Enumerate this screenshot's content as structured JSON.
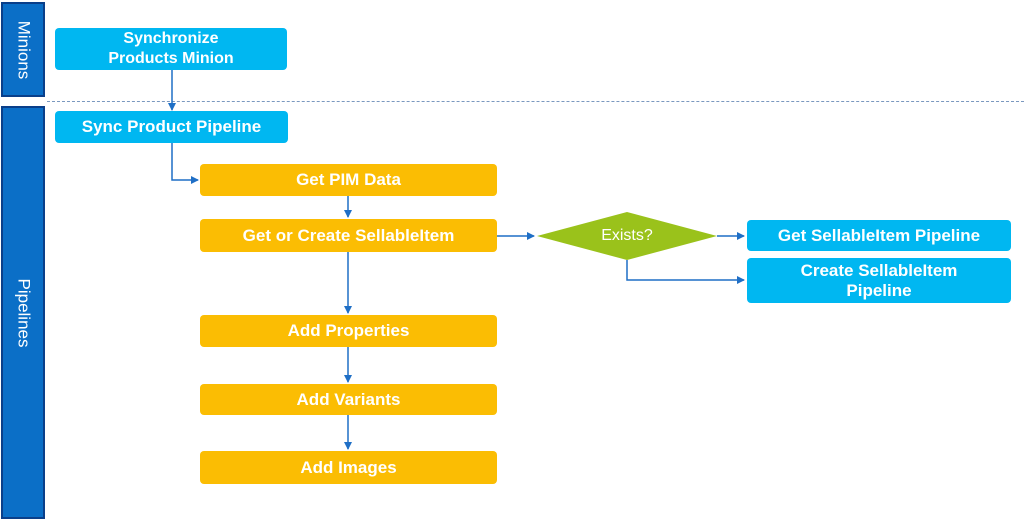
{
  "lanes": {
    "minions": "Minions",
    "pipelines": "Pipelines"
  },
  "nodes": {
    "sync_minion": "Synchronize Products Minion",
    "sync_pipeline": "Sync Product Pipeline",
    "get_pim": "Get PIM Data",
    "get_or_create": "Get or Create SellableItem",
    "exists": "Exists?",
    "get_sellable_pipeline": "Get SellableItem Pipeline",
    "create_sellable_pipeline": "Create SellableItem Pipeline",
    "add_properties": "Add Properties",
    "add_variants": "Add Variants",
    "add_images": "Add Images"
  },
  "colors": {
    "lane": "#0b6fc7",
    "lane_border": "#0a3f8a",
    "pipeline_box": "#00b7f1",
    "step_box": "#fbbd03",
    "decision": "#9ac21b",
    "connector": "#1f6fc6"
  }
}
